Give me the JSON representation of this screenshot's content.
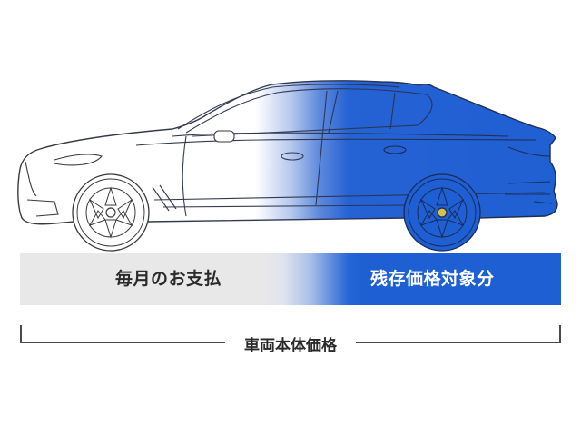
{
  "diagram": {
    "illustration": "car-side-view",
    "colors": {
      "outline": "#3a3a3a",
      "blue": "#1e60d4",
      "grey_bar": "#e8e8e8",
      "text_dark": "#2a2a2a",
      "text_light": "#ffffff",
      "bracket": "#4a4a4a"
    },
    "bar": {
      "left_label": "毎月のお支払",
      "right_label": "残存価格対象分"
    },
    "bracket": {
      "label": "車両本体価格"
    }
  }
}
